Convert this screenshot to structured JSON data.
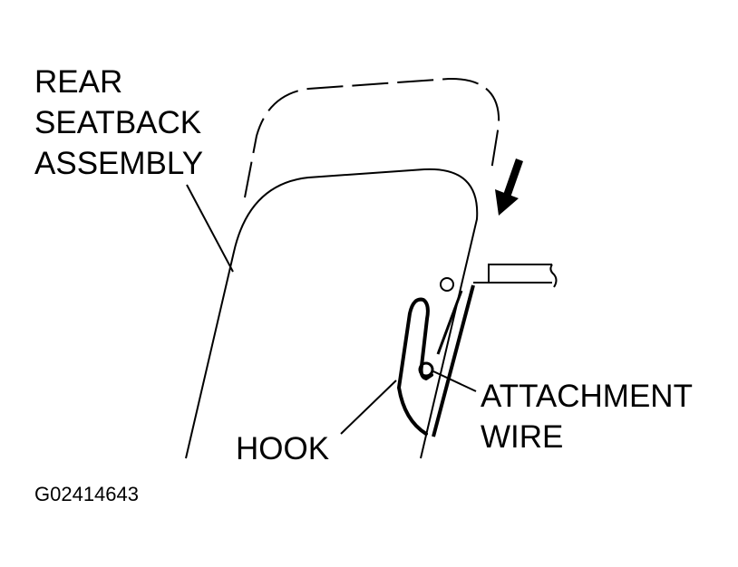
{
  "labels": {
    "seatback": [
      "REAR",
      "SEATBACK",
      "ASSEMBLY"
    ],
    "hook": "HOOK",
    "wire": [
      "ATTACHMENT",
      "WIRE"
    ]
  },
  "figure_code": "G02414643",
  "colors": {
    "ink": "#000000",
    "background": "#ffffff"
  },
  "icons": {
    "movement_arrow": "arrow-down-icon"
  }
}
